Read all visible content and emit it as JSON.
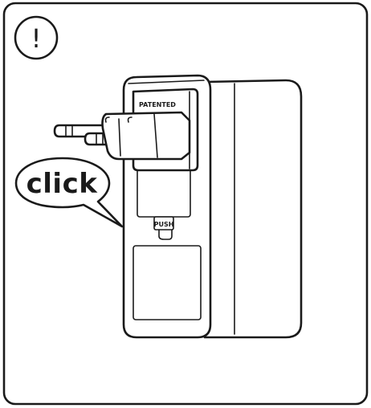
{
  "warning": {
    "symbol": "!",
    "icon": "exclamation-circle-icon"
  },
  "bubble": {
    "text": "click"
  },
  "device": {
    "label_top": "PATENTED",
    "label_button": "PUSH"
  },
  "colors": {
    "ink": "#1a1a1a",
    "paper": "#ffffff"
  }
}
